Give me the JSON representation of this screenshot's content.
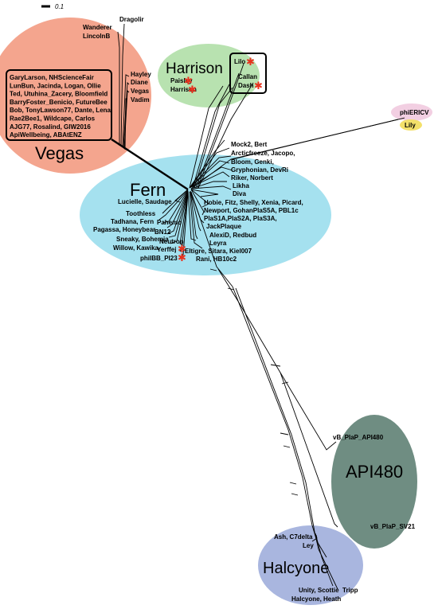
{
  "scale": {
    "label": "0.1"
  },
  "colors": {
    "vegas": "#f4a58e",
    "harrison": "#b8e2b0",
    "fern": "#a5e1ef",
    "api480": "#6f8d82",
    "halcyone": "#a9b6df",
    "phiERICV": "#f2cfe2",
    "lily": "#f3e06a",
    "star": "#e8321e"
  },
  "clusters": {
    "vegas": "Vegas",
    "harrison": "Harrison",
    "fern": "Fern",
    "api480": "API480",
    "halcyone": "Halcyone"
  },
  "vegas_labels": {
    "wanderer": "Wanderer",
    "lincolnb": "LincolnB",
    "dragolir": "Dragolir",
    "hayley": "Hayley",
    "diane": "Diane",
    "vegas": "Vegas",
    "vadim": "Vadim"
  },
  "vegas_box": [
    "GaryLarson, NHScienceFair",
    "LunBun, Jacinda, Logan, Ollie",
    "Ted, Utuhina_Zacery, Bloomfield",
    "BarryFoster_Benicio, FutureBee",
    "Bob, TonyLawson77, Dante, Lena",
    "Rae2Bee1, Wildcape, Carlos",
    "AJG77, Rosalind, GIW2016",
    "ApiWellbeing, ABAtENZ"
  ],
  "harrison_labels": {
    "paisley": "Paisley",
    "harrison": "Harrison",
    "lilo": "Lilo",
    "callan": "Callan",
    "dash": "Dash"
  },
  "fern_right": [
    "Mock2, Bert",
    "Arcticfreeze, Jacopo,",
    "Bloom, Genki,",
    "Gryphonian, DevRi",
    "Riker, Norbert",
    "Likha",
    "Diva",
    "Hobie, Fitz, Shelly, Xenia, Picard,",
    "Newport, GohanPlaS5A, PBL1c",
    "PlaS1A,PlaS2A, PlaS3A,",
    "JackPlaque",
    "AlexiD, Redbud",
    "Leyra",
    "Eltigre, Sitara, Kiel007",
    "Rani, HB10c2"
  ],
  "fern_left": {
    "lucielle": "Lucielle, Saudage",
    "toothless": "Toothless",
    "tadhana": "Tadhana, Fern",
    "pagassa": "Pagassa, Honeybear",
    "pahemo": "Pahemo",
    "bn12": "BN12",
    "sneaky": "Sneaky, Bohemia",
    "willow": "Willow, Kawika",
    "neutron": "Neutron",
    "yerffej": "Yerffej",
    "phiibb": "phiIBB_PI23"
  },
  "outgroup": {
    "phiericv": "phiERICV",
    "lily": "Lily"
  },
  "api480_labels": {
    "top": "vB_PlaP_API480",
    "bottom": "vB_PlaP_SV21"
  },
  "halcyone_labels": {
    "ash": "Ash, C7delta",
    "ley": "Ley",
    "unity": "Unity, Scottie",
    "halcyone": "Halcyone, Heath",
    "tripp": "Tripp"
  },
  "star_glyph": "✱"
}
